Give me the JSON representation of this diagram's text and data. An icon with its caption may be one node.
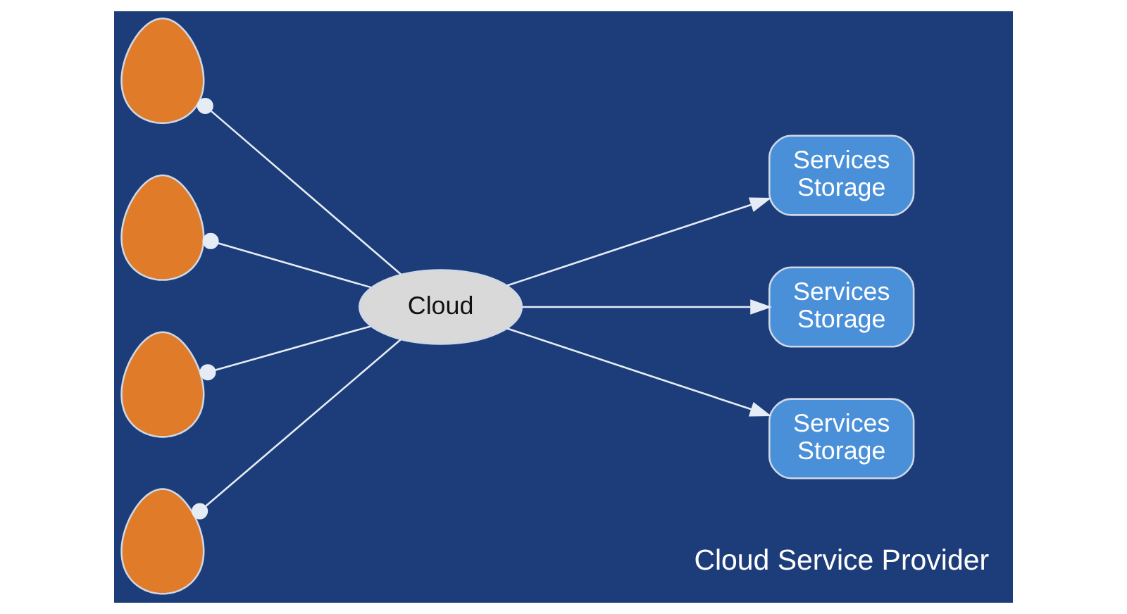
{
  "diagram": {
    "nodes": [
      {
        "text": [],
        "shape": "person"
      },
      {
        "text": [],
        "shape": "person"
      },
      {
        "text": [],
        "shape": "person"
      },
      {
        "text": [],
        "shape": "person"
      },
      {
        "text": [
          "Cloud"
        ]
      },
      {
        "text": [
          "Services",
          "Storage"
        ]
      },
      {
        "text": [
          "Services",
          "Storage"
        ]
      },
      {
        "text": [
          "Services",
          "Storage"
        ]
      }
    ],
    "edges": [
      {
        "from": 0,
        "to": 4,
        "arrow": "other"
      },
      {
        "from": 1,
        "to": 4,
        "arrow": "other"
      },
      {
        "from": 2,
        "to": 4,
        "arrow": "other"
      },
      {
        "from": 3,
        "to": 4,
        "arrow": "other"
      },
      {
        "from": 4,
        "to": 5,
        "arrow": "to"
      },
      {
        "from": 4,
        "to": 6,
        "arrow": "to"
      },
      {
        "from": 4,
        "to": 7,
        "arrow": "to"
      }
    ],
    "labels": [
      "Cloud Service Provider"
    ]
  }
}
